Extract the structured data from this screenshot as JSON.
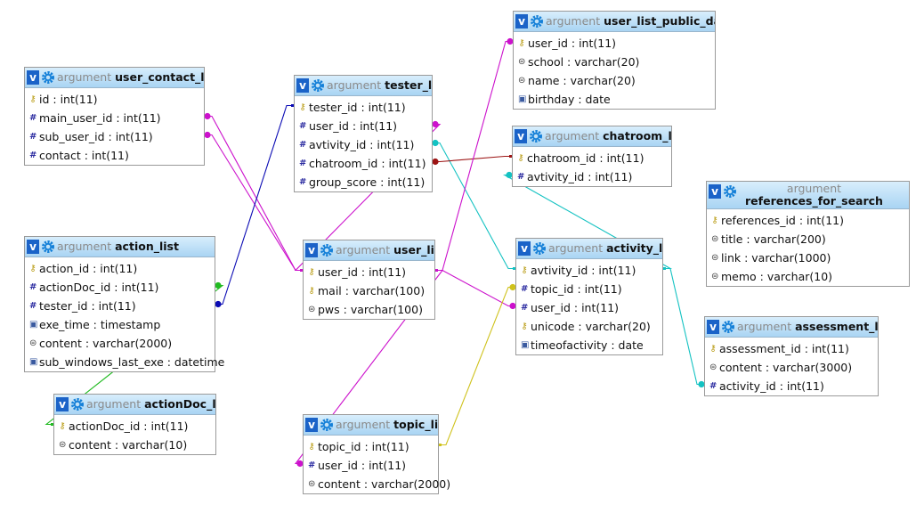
{
  "header_prefix": "argument",
  "colors": {
    "magenta": "#cc11cc",
    "cyan": "#14c2c2",
    "blue": "#0b0bb4",
    "green": "#22bb22",
    "darkred": "#9c1414",
    "yellow": "#cfc21c",
    "header_top": "#d8eefc",
    "header_bottom": "#a9d4f3"
  },
  "tables": [
    {
      "id": "user_contact_list",
      "name": "user_contact_list",
      "fields": [
        {
          "icon": "key-icon",
          "text": "id : int(11)"
        },
        {
          "icon": "number-icon",
          "text": "main_user_id : int(11)"
        },
        {
          "icon": "number-icon",
          "text": "sub_user_id : int(11)"
        },
        {
          "icon": "number-icon",
          "text": "contact : int(11)"
        }
      ]
    },
    {
      "id": "action_list",
      "name": "action_list",
      "fields": [
        {
          "icon": "key-icon",
          "text": "action_id : int(11)"
        },
        {
          "icon": "number-icon",
          "text": "actionDoc_id : int(11)"
        },
        {
          "icon": "number-icon",
          "text": "tester_id : int(11)"
        },
        {
          "icon": "datetime-icon",
          "text": "exe_time : timestamp"
        },
        {
          "icon": "text-icon",
          "text": "content : varchar(2000)"
        },
        {
          "icon": "datetime-icon",
          "text": "sub_windows_last_exe : datetime"
        }
      ]
    },
    {
      "id": "actionDoc_list",
      "name": "actionDoc_list",
      "fields": [
        {
          "icon": "key-icon",
          "text": "actionDoc_id : int(11)"
        },
        {
          "icon": "text-icon",
          "text": "content : varchar(10)"
        }
      ]
    },
    {
      "id": "tester_list",
      "name": "tester_list",
      "fields": [
        {
          "icon": "key-icon",
          "text": "tester_id : int(11)"
        },
        {
          "icon": "number-icon",
          "text": "user_id : int(11)"
        },
        {
          "icon": "number-icon",
          "text": "avtivity_id : int(11)"
        },
        {
          "icon": "number-icon",
          "text": "chatroom_id : int(11)"
        },
        {
          "icon": "number-icon",
          "text": "group_score : int(11)"
        }
      ]
    },
    {
      "id": "user_list",
      "name": "user_list",
      "fields": [
        {
          "icon": "key-icon",
          "text": "user_id : int(11)"
        },
        {
          "icon": "key-icon",
          "text": "mail : varchar(100)"
        },
        {
          "icon": "text-icon",
          "text": "pws : varchar(100)"
        }
      ]
    },
    {
      "id": "topic_list",
      "name": "topic_list",
      "fields": [
        {
          "icon": "key-icon",
          "text": "topic_id : int(11)"
        },
        {
          "icon": "number-icon",
          "text": "user_id : int(11)"
        },
        {
          "icon": "text-icon",
          "text": "content : varchar(2000)"
        }
      ]
    },
    {
      "id": "user_list_public_data",
      "name": "user_list_public_data",
      "fields": [
        {
          "icon": "key-icon",
          "text": "user_id : int(11)"
        },
        {
          "icon": "text-icon",
          "text": "school : varchar(20)"
        },
        {
          "icon": "text-icon",
          "text": "name : varchar(20)"
        },
        {
          "icon": "datetime-icon",
          "text": "birthday : date"
        }
      ]
    },
    {
      "id": "chatroom_list",
      "name": "chatroom_list",
      "fields": [
        {
          "icon": "key-icon",
          "text": "chatroom_id : int(11)"
        },
        {
          "icon": "number-icon",
          "text": "avtivity_id : int(11)"
        }
      ]
    },
    {
      "id": "activity_list",
      "name": "activity_list",
      "fields": [
        {
          "icon": "key-icon",
          "text": "avtivity_id : int(11)"
        },
        {
          "icon": "number-icon",
          "text": "topic_id : int(11)"
        },
        {
          "icon": "number-icon",
          "text": "user_id : int(11)"
        },
        {
          "icon": "key-icon",
          "text": "unicode : varchar(20)"
        },
        {
          "icon": "datetime-icon",
          "text": "timeofactivity : date"
        }
      ]
    },
    {
      "id": "references_for_search",
      "name": "references_for_search",
      "fields": [
        {
          "icon": "key-icon",
          "text": "references_id : int(11)"
        },
        {
          "icon": "text-icon",
          "text": "title : varchar(200)"
        },
        {
          "icon": "text-icon",
          "text": "link : varchar(1000)"
        },
        {
          "icon": "text-icon",
          "text": "memo : varchar(10)"
        }
      ]
    },
    {
      "id": "assessment_list",
      "name": "assessment_list",
      "fields": [
        {
          "icon": "key-icon",
          "text": "assessment_id : int(11)"
        },
        {
          "icon": "text-icon",
          "text": "content : varchar(3000)"
        },
        {
          "icon": "number-icon",
          "text": "activity_id : int(11)"
        }
      ]
    }
  ],
  "relations": [
    {
      "from": "user_contact_list.main_user_id",
      "to": "user_list.user_id",
      "color": "magenta"
    },
    {
      "from": "user_contact_list.sub_user_id",
      "to": "user_list.user_id",
      "color": "magenta"
    },
    {
      "from": "tester_list.user_id",
      "to": "user_list.user_id",
      "color": "magenta"
    },
    {
      "from": "tester_list.avtivity_id",
      "to": "activity_list.avtivity_id",
      "color": "cyan"
    },
    {
      "from": "tester_list.chatroom_id",
      "to": "chatroom_list.chatroom_id",
      "color": "darkred"
    },
    {
      "from": "action_list.actionDoc_id",
      "to": "actionDoc_list.actionDoc_id",
      "color": "green"
    },
    {
      "from": "action_list.tester_id",
      "to": "tester_list.tester_id",
      "color": "blue"
    },
    {
      "from": "user_list_public_data.user_id",
      "to": "user_list.user_id",
      "color": "magenta"
    },
    {
      "from": "chatroom_list.avtivity_id",
      "to": "activity_list.avtivity_id",
      "color": "cyan"
    },
    {
      "from": "activity_list.user_id",
      "to": "user_list.user_id",
      "color": "magenta"
    },
    {
      "from": "activity_list.topic_id",
      "to": "topic_list.topic_id",
      "color": "yellow"
    },
    {
      "from": "topic_list.user_id",
      "to": "user_list.user_id",
      "color": "magenta"
    },
    {
      "from": "assessment_list.activity_id",
      "to": "activity_list.avtivity_id",
      "color": "cyan"
    }
  ]
}
